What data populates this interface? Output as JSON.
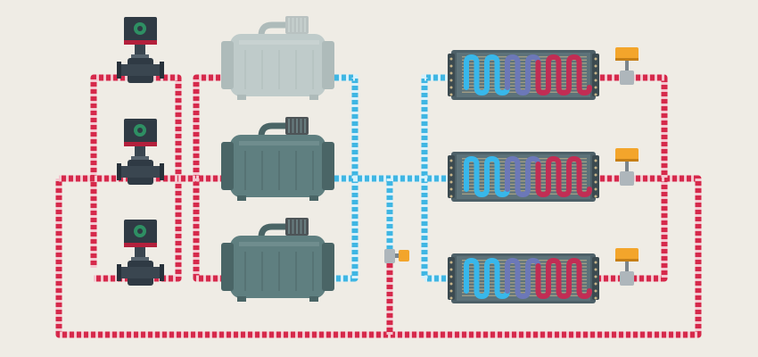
{
  "scene": {
    "background": "#efece5",
    "colors": {
      "hot_pipe": "#d6294b",
      "hot_pipe_stripe": "#f4c6cf",
      "cold_pipe": "#3fb6e3",
      "cold_pipe_stripe": "#d6f1fb",
      "compressor_body": "#5f7f80",
      "compressor_body_faded": "#bfcbca",
      "pump_motor": "#2f3a44",
      "pump_logo": "#2e8f63",
      "pump_stripe": "#b3203c",
      "exchanger_frame": "#4d6068",
      "exchanger_fin": "#c6b48a",
      "coil_cold": "#38b7ea",
      "coil_warm": "#6c78b8",
      "coil_hot": "#c22d54",
      "valve_actuator": "#f3a52b"
    },
    "pumps": [
      {
        "name": "pump-top",
        "icon": "pump-icon",
        "active": true
      },
      {
        "name": "pump-middle",
        "icon": "pump-icon",
        "active": true
      },
      {
        "name": "pump-bottom",
        "icon": "pump-icon",
        "active": true
      }
    ],
    "compressors": [
      {
        "name": "compressor-top",
        "icon": "compressor-icon",
        "active": false
      },
      {
        "name": "compressor-middle",
        "icon": "compressor-icon",
        "active": true
      },
      {
        "name": "compressor-bottom",
        "icon": "compressor-icon",
        "active": true
      }
    ],
    "heat_exchangers": [
      {
        "name": "heat-exchanger-top",
        "icon": "heat-exchanger-icon"
      },
      {
        "name": "heat-exchanger-middle",
        "icon": "heat-exchanger-icon"
      },
      {
        "name": "heat-exchanger-bottom",
        "icon": "heat-exchanger-icon"
      }
    ],
    "valves": [
      {
        "name": "valve-top",
        "icon": "valve-icon"
      },
      {
        "name": "valve-middle",
        "icon": "valve-icon"
      },
      {
        "name": "valve-bottom",
        "icon": "valve-icon"
      },
      {
        "name": "valve-bypass",
        "icon": "valve-icon"
      }
    ]
  }
}
